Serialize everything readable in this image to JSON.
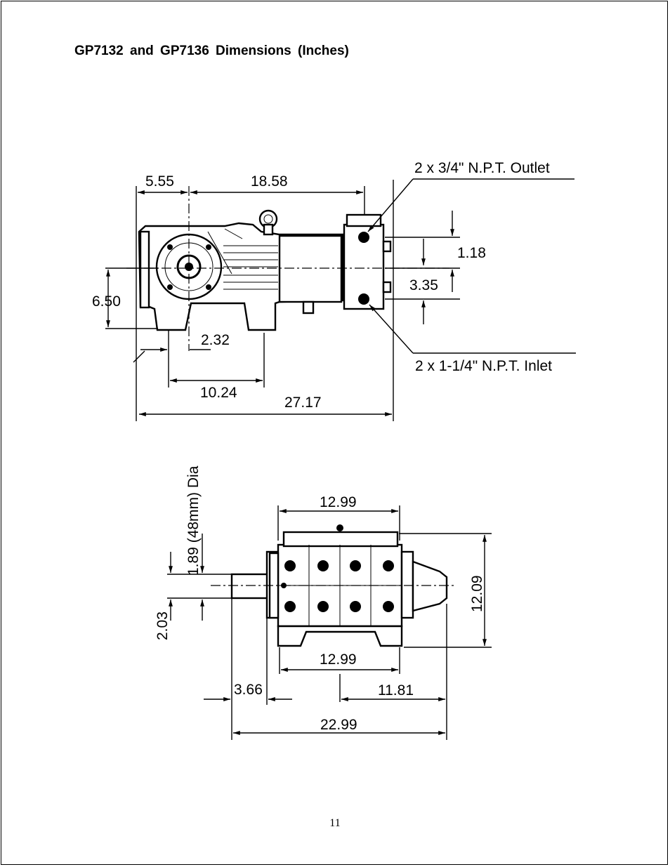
{
  "page": {
    "title": "GP7132  and  GP7136  Dimensions  (Inches)",
    "page_number": "11"
  },
  "side_view": {
    "dim_left_offset": "5.55",
    "dim_shaft_to_manifold": "18.58",
    "dim_height": "6.50",
    "dim_foot": "2.32",
    "dim_foot_span": "10.24",
    "dim_overall_length": "27.17",
    "dim_outlet_offset": "1.18",
    "dim_port_spacing": "3.35",
    "outlet_label": "2 x 3/4\" N.P.T. Outlet",
    "inlet_label": "2 x 1-1/4\" N.P.T. Inlet"
  },
  "top_view": {
    "dim_shaft_dia": "1.89 (48mm) Dia",
    "dim_shaft_height": "2.03",
    "dim_top_width": "12.99",
    "dim_bottom_width": "12.99",
    "dim_depth": "12.09",
    "dim_shaft_length": "3.66",
    "dim_rear": "11.81",
    "dim_overall": "22.99"
  }
}
